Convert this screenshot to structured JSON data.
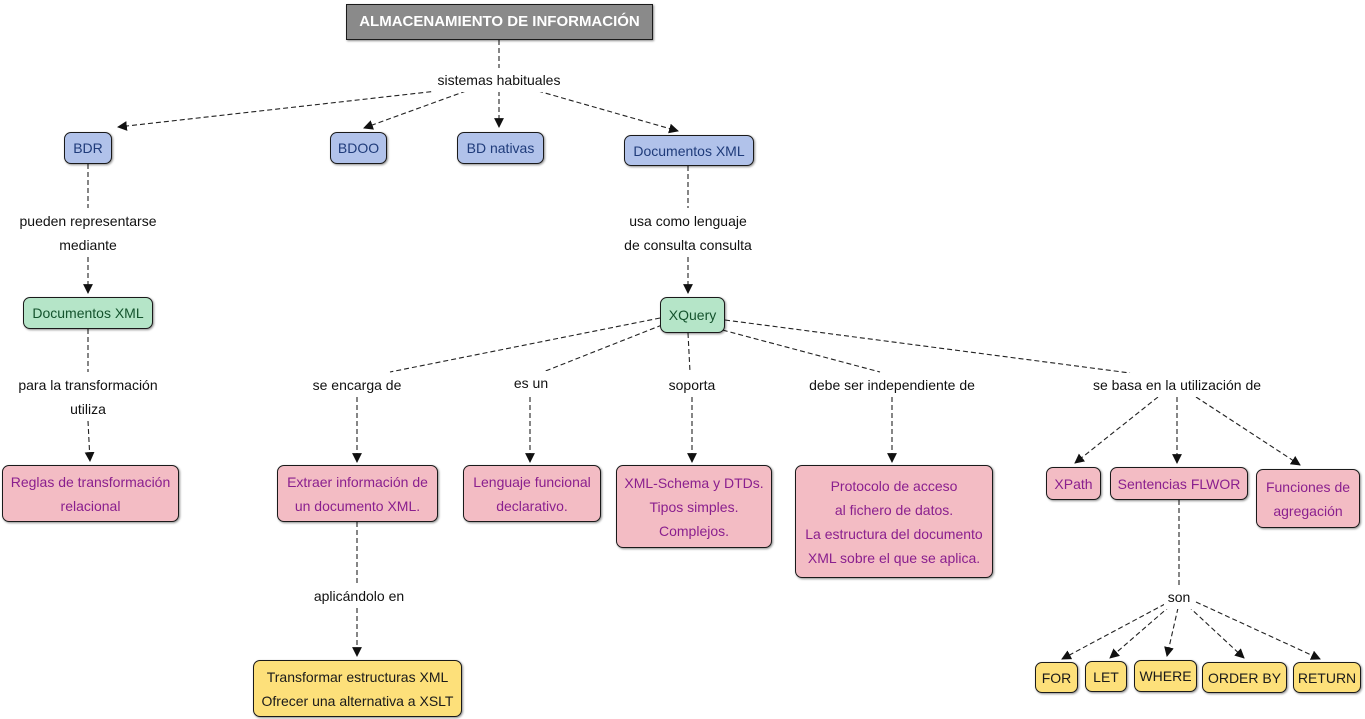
{
  "title": "ALMACENAMIENTO DE INFORMACIÓN",
  "labels": {
    "sistemas": "sistemas habituales",
    "pueden": [
      "pueden representarse",
      "mediante"
    ],
    "para": [
      "para la transformación",
      "utiliza"
    ],
    "usa": [
      "usa como lenguaje",
      "de consulta consulta"
    ],
    "encarga": "se encarga de",
    "esun": "es un",
    "soporta": "soporta",
    "debe": "debe ser independiente de",
    "basa": "se basa en la utilización de",
    "aplicando": "aplicándolo en",
    "son": "son"
  },
  "nodes": {
    "bdr": "BDR",
    "bdoo": "BDOO",
    "bdnativas": "BD nativas",
    "docxml": "Documentos XML",
    "docxml2": "Documentos XML",
    "xquery": "XQuery",
    "reglas": [
      "Reglas de transformación",
      "relacional"
    ],
    "extraer": [
      "Extraer información de",
      "un documento XML."
    ],
    "lenguaje": [
      "Lenguaje funcional",
      "declarativo."
    ],
    "schema": [
      "XML-Schema y DTDs.",
      "Tipos simples.",
      "Complejos."
    ],
    "protocolo": [
      "Protocolo de acceso",
      "al fichero de datos.",
      "La estructura del documento",
      "XML sobre el que se aplica."
    ],
    "xpath": "XPath",
    "flwor": "Sentencias FLWOR",
    "funciones": [
      "Funciones de",
      "agregación"
    ],
    "transformar": [
      "Transformar estructuras XML",
      "Ofrecer una alternativa a XSLT"
    ],
    "for": "FOR",
    "let": "LET",
    "where": "WHERE",
    "orderby": "ORDER BY",
    "return": "RETURN"
  },
  "colors": {
    "title": "#8a8a8a",
    "blue": "#b1c2ea",
    "green": "#b5e5c8",
    "pink": "#f3bcc4",
    "yellow": "#fde07a",
    "pink_text": "#8a1f8e"
  }
}
